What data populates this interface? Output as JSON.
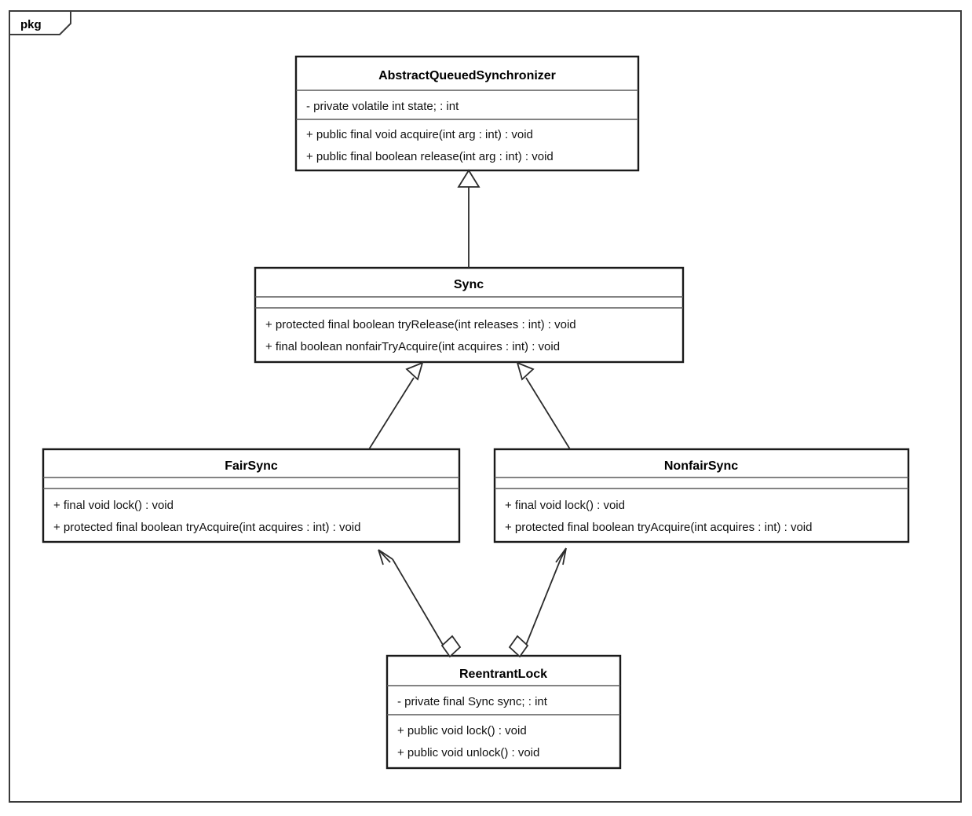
{
  "package": {
    "label": "pkg"
  },
  "diagram": {
    "type": "uml-class-diagram",
    "background_color": "#ffffff",
    "border_color": "#3b3b3b",
    "class_border_color": "#1a1a1a",
    "class_fill_color": "#ffffff",
    "edge_color": "#2b2b2b"
  },
  "classes": [
    {
      "id": "aqs",
      "name": "AbstractQueuedSynchronizer",
      "attributes": [
        "- private volatile int state; : int"
      ],
      "operations": [
        "+ public final void acquire(int arg : int) : void",
        "+ public final boolean release(int arg : int) : void"
      ]
    },
    {
      "id": "sync",
      "name": "Sync",
      "attributes": [],
      "operations": [
        "+ protected final boolean tryRelease(int releases : int) : void",
        "+ final boolean nonfairTryAcquire(int acquires : int) : void"
      ]
    },
    {
      "id": "fairsync",
      "name": "FairSync",
      "attributes": [],
      "operations": [
        "+ final void lock() : void",
        "+ protected final boolean tryAcquire(int acquires : int) : void"
      ]
    },
    {
      "id": "nonfairsync",
      "name": "NonfairSync",
      "attributes": [],
      "operations": [
        "+ final void lock() : void",
        "+ protected final boolean tryAcquire(int acquires : int) : void"
      ]
    },
    {
      "id": "reentrantlock",
      "name": "ReentrantLock",
      "attributes": [
        "- private final Sync sync; : int"
      ],
      "operations": [
        "+ public void lock() : void",
        "+ public void unlock() : void"
      ]
    }
  ],
  "relationships": [
    {
      "id": "gen-sync-aqs",
      "kind": "generalization",
      "from": "sync",
      "to": "aqs"
    },
    {
      "id": "gen-fairsync-sync",
      "kind": "generalization",
      "from": "fairsync",
      "to": "sync"
    },
    {
      "id": "gen-nonfairsync-sync",
      "kind": "generalization",
      "from": "nonfairsync",
      "to": "sync"
    },
    {
      "id": "agg-reentrantlock-fairsync",
      "kind": "aggregation",
      "from": "reentrantlock",
      "to": "fairsync"
    },
    {
      "id": "agg-reentrantlock-nonfairsync",
      "kind": "aggregation",
      "from": "reentrantlock",
      "to": "nonfairsync"
    }
  ]
}
